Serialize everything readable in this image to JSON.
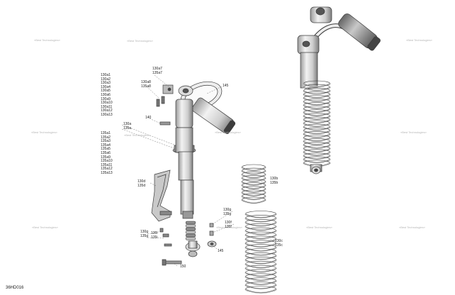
{
  "watermark_text": "«Best Technologies»",
  "diagram_code": "36HD016",
  "label_stack_a": [
    "130a1",
    "130a2",
    "130a3",
    "130a4",
    "130a5",
    "130a6",
    "130a9",
    "130a10",
    "130a11",
    "130a12",
    "130a13"
  ],
  "label_stack_b": [
    "135a1",
    "135a2",
    "135a3",
    "135a4",
    "135a5",
    "135a6",
    "135a9",
    "135a10",
    "135a11",
    "135a12",
    "135a13"
  ],
  "labels": {
    "l130a7": "130a7",
    "l135a7": "135a7",
    "l130a8": "130a8",
    "l135a8": "135a8",
    "l140": "140",
    "l145": "145",
    "l130a": "130a",
    "l135a": "135a",
    "l130d": "130d",
    "l135d": "135d",
    "l130b": "130b",
    "l135b": "135b",
    "l130g_a": "130g",
    "l135g_a": "135g",
    "l130f": "130f",
    "l135f": "135f",
    "l130g_b": "130g",
    "l135g_b": "135g",
    "l130i": "130i",
    "l135i": "135i",
    "l130c": "130c",
    "l135c": "135c",
    "l145b": "145",
    "l150": "150"
  },
  "colors": {
    "line": "#3a3a3a",
    "fill_light": "#e6e6e6",
    "fill_mid": "#c9c9c9",
    "fill_dark": "#8a8a8a",
    "watermark": "#b5b5b5"
  }
}
